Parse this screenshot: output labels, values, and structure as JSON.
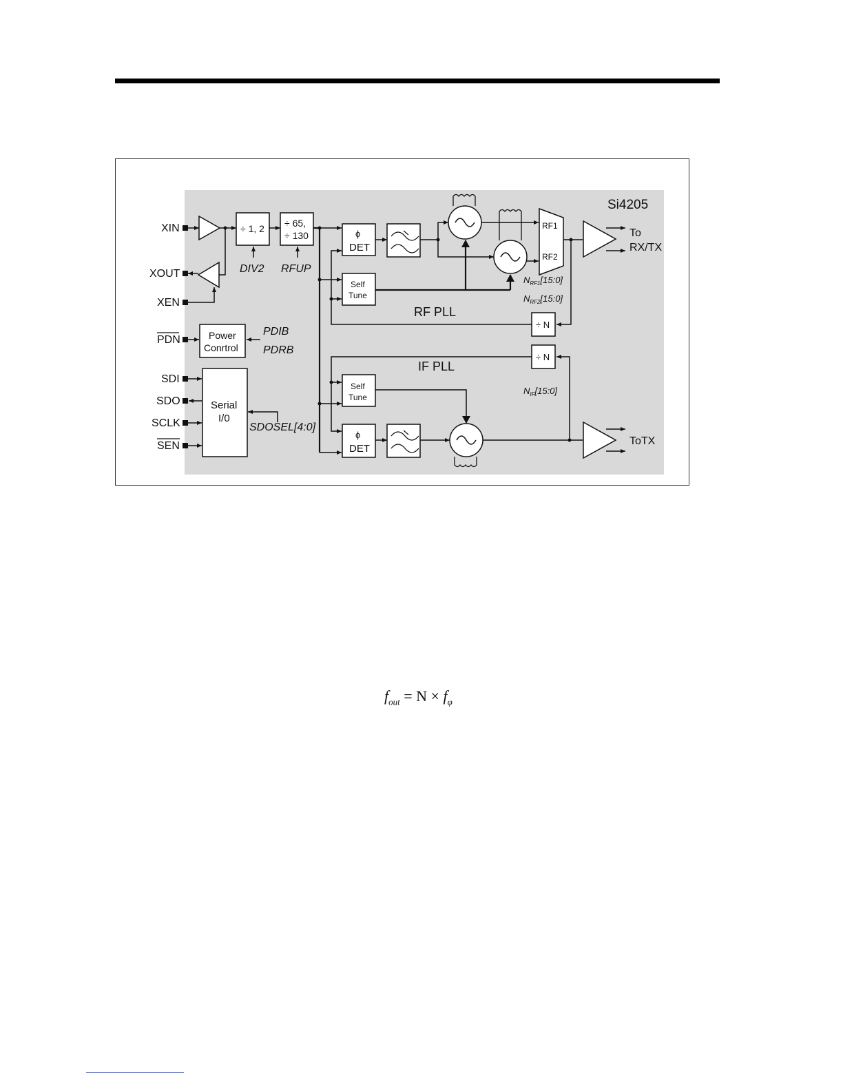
{
  "chip": {
    "name": "Si4205",
    "bg_color": "#d9d9d9"
  },
  "pins": {
    "xin": "XIN",
    "xout": "XOUT",
    "xen": "XEN",
    "pdn": "PDN",
    "sdi": "SDI",
    "sdo": "SDO",
    "sclk": "SCLK",
    "sen": "SEN"
  },
  "blocks": {
    "div12": "÷ 1, 2",
    "div65_line1": "÷ 65,",
    "div65_line2": "÷ 130",
    "det_phi": "ϕ",
    "det": "DET",
    "self_tune_line1": "Self",
    "self_tune_line2": "Tune",
    "power_line1": "Power",
    "power_line2": "Conrtrol",
    "serial_line1": "Serial",
    "serial_line2": "I/0",
    "divn": "÷ N",
    "mux_rf1": "RF1",
    "mux_rf2": "RF2"
  },
  "control_labels": {
    "div2": "DIV2",
    "rfup": "RFUP",
    "pdib": "PDIB",
    "pdrb": "PDRB",
    "sdosel": "SDOSEL[4:0]",
    "n_rf1_base": "N",
    "n_rf1_sub": "RF1",
    "n_rf1_bits": "[15:0]",
    "n_rf2_base": "N",
    "n_rf2_sub": "RF2",
    "n_rf2_bits": "[15:0]",
    "n_if_base": "N",
    "n_if_sub": "IF",
    "n_if_bits": "[15:0]"
  },
  "loops": {
    "rf_pll": "RF PLL",
    "if_pll": "IF PLL"
  },
  "outputs": {
    "to_line1": "To",
    "to_line2": "RX/TX",
    "totx": "ToTX"
  },
  "equation": {
    "f": "f",
    "out_sub": "out",
    "rhs_n": "= N ×",
    "f2": "f",
    "phi_sub": "φ"
  }
}
